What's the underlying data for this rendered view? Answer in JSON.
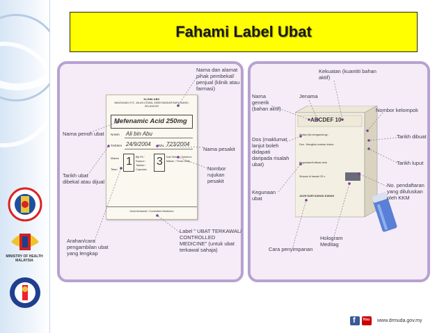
{
  "slide": {
    "title": "Fahami Label Ubat"
  },
  "left_panel": {
    "annotations": {
      "pharmacy_name": "Nama dan alamat pihak pembekal/ penjual (klinik atau farmasi)",
      "drug_name": "Nama penuh ubat",
      "patient_name": "Nama pesakit",
      "date": "Tarikh ubat dibekal atau dijual",
      "ref_no": "Nombor rujukan pesakit",
      "directions": "Arahan/cara pengambilan ubat yang lengkap",
      "controlled": "Label \" UBAT TERKAWAL/ CONTROLLED MEDICINE\" (untuk ubat terkawal sahaja)"
    },
    "label": {
      "clinic_name": "KLINIK ABC",
      "address": "BANGUNAN XYZ, JALAN UTAMA, 43650 BANDAR BARU BANGI, SELANGOR",
      "drug": "Mefenamic Acid 250mg",
      "nama_key": "NAMA",
      "nama_val": "Ali bin Abu",
      "tarikh_key": "TARIKH",
      "tarikh_val": "24/9/2004",
      "rn_key": "R/N",
      "rn_val": "723/2004",
      "makan": "Makan",
      "telan": "Telan",
      "dose1": "1",
      "dose2": "3",
      "units": "Biji Pil / Kapsul / Tablets / Capsules",
      "freq": "Kali Sehari / Sebelum Makan / Times Daily",
      "footer": "Ubat terkawal / Controlled Medicine"
    }
  },
  "right_panel": {
    "annotations": {
      "generic": "Nama generik (bahan aktif)",
      "brand": "Jenama",
      "strength": "Kekuatan (kuantiti bahan aktif)",
      "group": "Nombor kelompok",
      "notes": "Dos (maklumat lanjut boleh didapati daripada risalah ubat)",
      "mfg": "Tarikh dibuat",
      "exp": "Tarikh luput",
      "uses": "Kegunaan ubat",
      "reg": "No. pendaftaran yang diluluskan oleh KKM",
      "hologram": "Hologram Meditag",
      "storage": "Cara penyimpanan"
    },
    "box": {
      "product": "ABCDEF 10",
      "line1": "Setiap biji mengandungi :",
      "line2": "Dos : Mengikut arahan doktor",
      "line3": "Kegunaan/Indikasi ubat",
      "line4": "Simpan di bawah 25 c",
      "line5": "JAUH DARI KANAK-KANAK"
    }
  },
  "sidebar": {
    "logo3_text": "MINISTRY OF HEALTH MALAYSIA"
  },
  "footer": {
    "url": "www.drmuda.gov.my",
    "facebook_glyph": "f",
    "youtube_glyph": "You"
  }
}
